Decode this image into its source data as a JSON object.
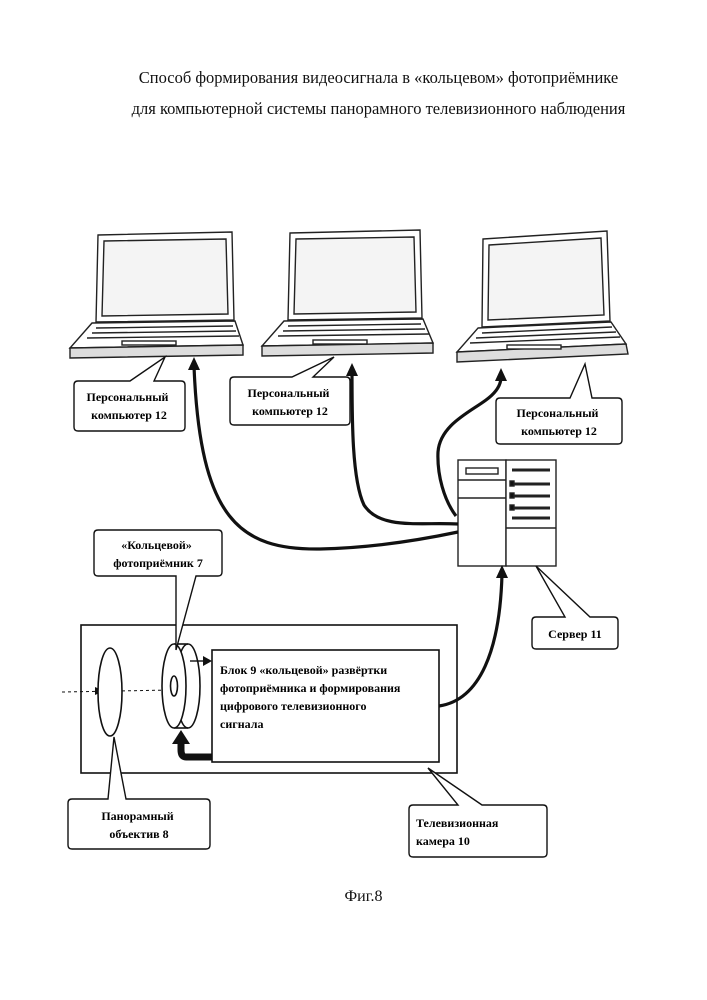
{
  "title": {
    "line1": "Способ формирования видеосигнала в «кольцевом» фотоприёмнике",
    "line2": "для компьютерной  системы панорамного телевизионного наблюдения"
  },
  "callouts": {
    "pc1": [
      "Персональный",
      "компьютер 12"
    ],
    "pc2": [
      "Персональный",
      "компьютер 12"
    ],
    "pc3": [
      "Персональный",
      "компьютер 12"
    ],
    "ring_photoreceiver": [
      "«Кольцевой»",
      "фотоприёмник 7"
    ],
    "server": [
      "Сервер 11"
    ],
    "lens": [
      "Панорамный",
      "объектив  8"
    ],
    "camera": [
      "Телевизионная",
      "камера 10"
    ]
  },
  "block9": [
    "Блок 9 «кольцевой» развёртки",
    "фотоприёмника и формирования",
    "цифрового телевизионного",
    "сигнала"
  ],
  "figure_caption": "Фиг.8"
}
